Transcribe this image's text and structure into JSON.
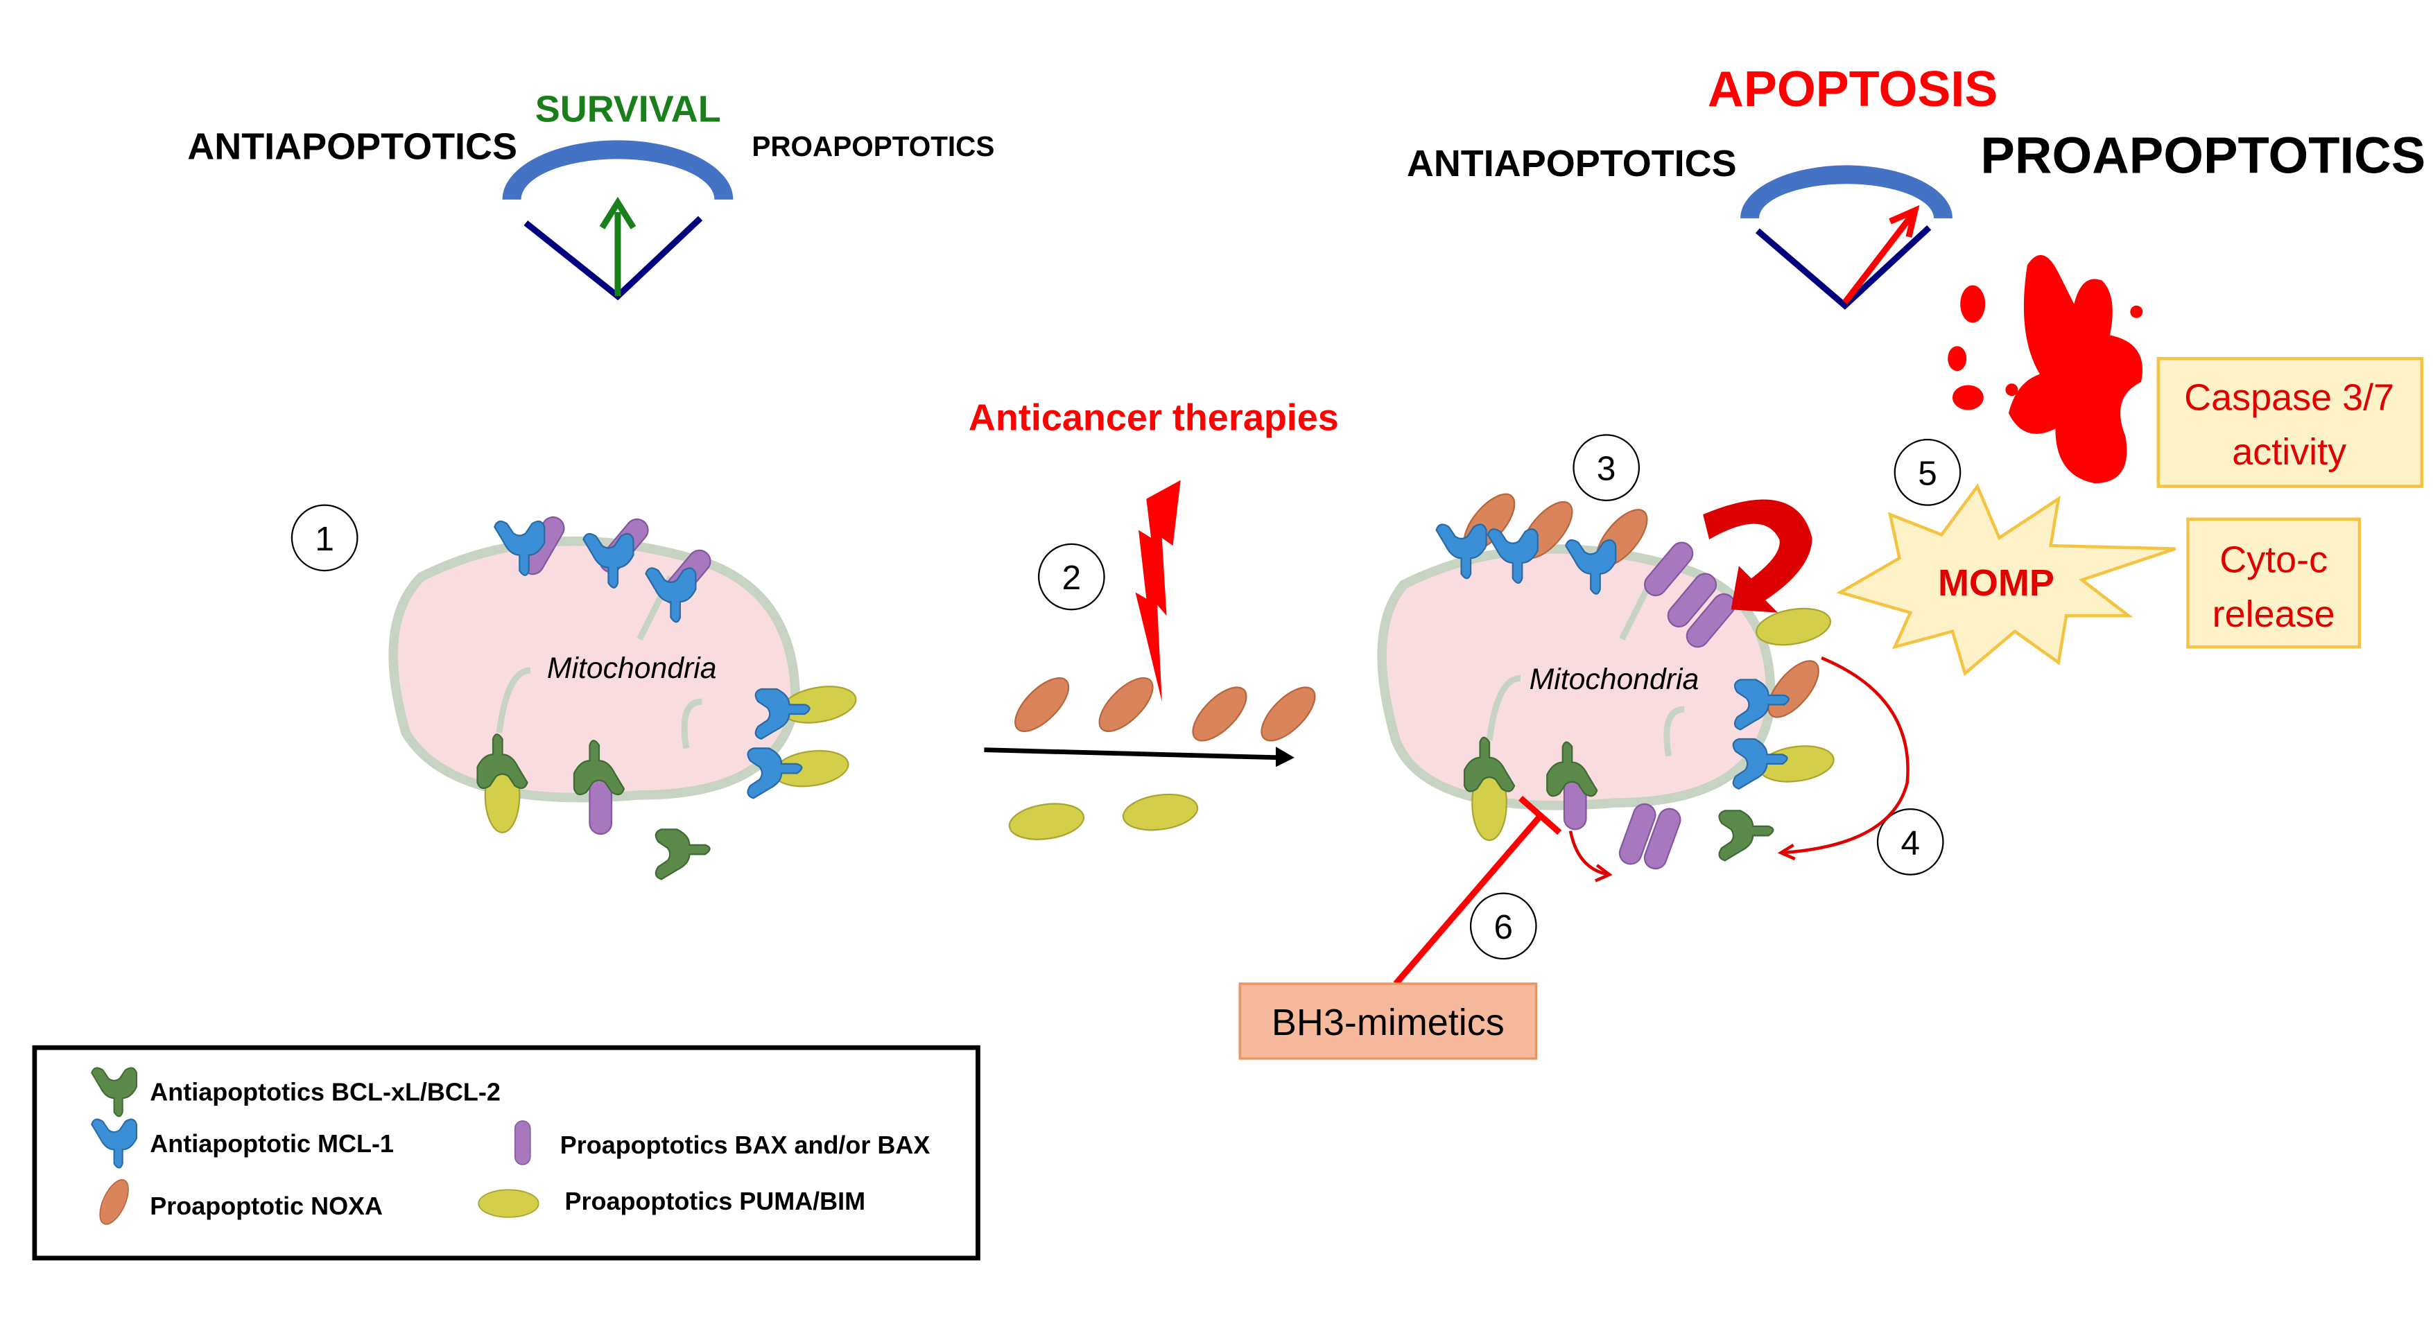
{
  "balance_left": {
    "anti_label": "ANTIAPOPTOTICS",
    "outcome": "SURVIVAL",
    "pro_label": "PROAPOPTOTICS"
  },
  "balance_right": {
    "outcome": "APOPTOSIS",
    "anti_label": "ANTIAPOPTOTICS",
    "pro_label": "PROAPOPTOTICS"
  },
  "steps": [
    "1",
    "2",
    "3",
    "4",
    "5",
    "6"
  ],
  "mito_label": "Mitochondria",
  "therapy_label": "Anticancer therapies",
  "momp_label": "MOMP",
  "caspase": {
    "line1": "Caspase 3/7",
    "line2": "activity"
  },
  "cytoc": {
    "line1": "Cyto-c",
    "line2": "release"
  },
  "bh3_label": "BH3-mimetics",
  "legend": {
    "bcl": "Antiapoptotics BCL-xL/BCL-2",
    "mcl": "Antiapoptotic MCL-1",
    "noxa": "Proapoptotic NOXA",
    "bax": "Proapoptotics BAX and/or BAX",
    "puma": "Proapoptotics PUMA/BIM"
  },
  "colors": {
    "red": "#ff0000",
    "green": "#1a7f1a",
    "navy": "#00007f",
    "arc": "#4472c4",
    "bcl": "#5b8a4a",
    "mcl": "#3a8fd6",
    "noxa": "#d9845a",
    "puma": "#d4cf4a",
    "bax": "#a878bf"
  }
}
